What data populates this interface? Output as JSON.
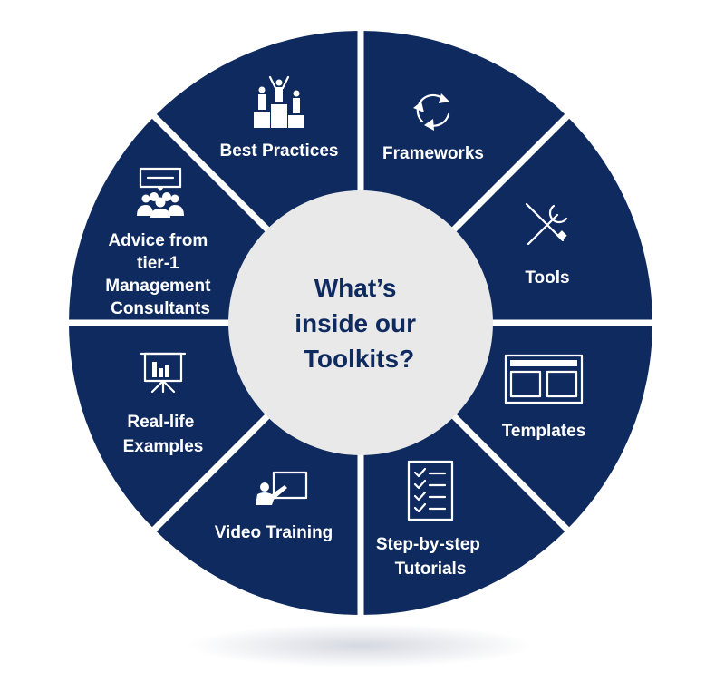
{
  "center": {
    "lines": [
      "What’s",
      "inside our",
      "Toolkits?"
    ]
  },
  "segments": [
    {
      "id": "frameworks",
      "icon": "cycle-arrows-icon",
      "lines": [
        "Frameworks"
      ]
    },
    {
      "id": "tools",
      "icon": "tools-icon",
      "lines": [
        "Tools"
      ]
    },
    {
      "id": "templates",
      "icon": "template-layout-icon",
      "lines": [
        "Templates"
      ]
    },
    {
      "id": "tutorials",
      "icon": "checklist-icon",
      "lines": [
        "Step-by-step",
        "Tutorials"
      ]
    },
    {
      "id": "video-training",
      "icon": "presenter-screen-icon",
      "lines": [
        "Video Training"
      ]
    },
    {
      "id": "examples",
      "icon": "presentation-chart-icon",
      "lines": [
        "Real-life",
        "Examples"
      ]
    },
    {
      "id": "advice",
      "icon": "group-speech-icon",
      "lines": [
        "Advice from",
        "tier-1",
        "Management",
        "Consultants"
      ]
    },
    {
      "id": "best-practices",
      "icon": "podium-winners-icon",
      "lines": [
        "Best Practices"
      ]
    }
  ],
  "colors": {
    "segment": "#0f2a5e",
    "divider": "#ffffff",
    "center_fill": "#e9e9e9",
    "center_text": "#0f2a5e",
    "shadow": "#b4b9c8"
  }
}
